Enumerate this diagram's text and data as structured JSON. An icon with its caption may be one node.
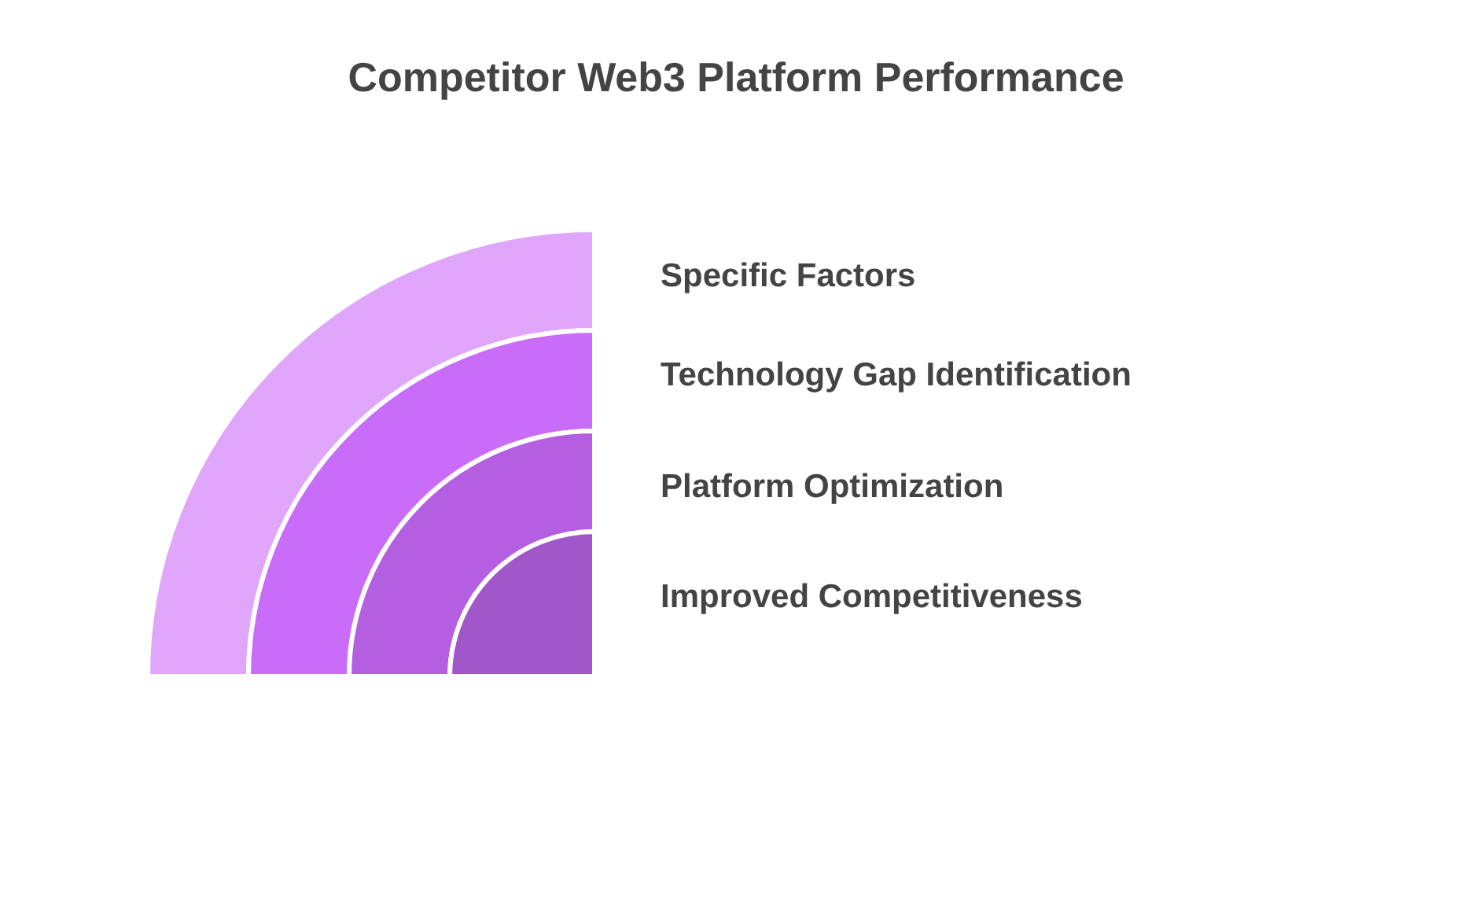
{
  "diagram": {
    "title": "Competitor Web3 Platform Performance",
    "nodes": [
      {
        "text": [
          "Specific Factors"
        ]
      },
      {
        "text": [
          "Technology Gap Identification"
        ]
      },
      {
        "text": [
          "Platform Optimization"
        ]
      },
      {
        "text": [
          "Improved Competitiveness"
        ]
      }
    ]
  }
}
